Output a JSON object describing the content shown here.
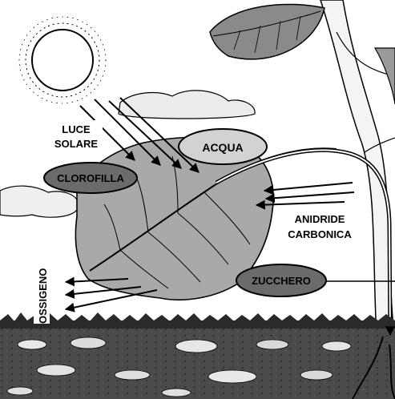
{
  "diagram": {
    "labels": {
      "luce_line1": "LUCE",
      "luce_line2": "SOLARE",
      "acqua": "ACQUA",
      "clorofilla": "CLOROFILLA",
      "anidride_line1": "ANIDRIDE",
      "anidride_line2": "CARBONICA",
      "zucchero": "ZUCCHERO",
      "ossigeno": "OSSIGENO"
    }
  },
  "colors": {
    "dark_ellipse": "#6b6b6b",
    "light_ellipse": "#cfcfcf",
    "leaf": "#a9a9a9",
    "ground": "#3a3a3a",
    "line": "#000000"
  },
  "icons": {
    "sun": "sun-icon",
    "leaf": "leaf-icon",
    "arrow": "arrow-icon"
  }
}
